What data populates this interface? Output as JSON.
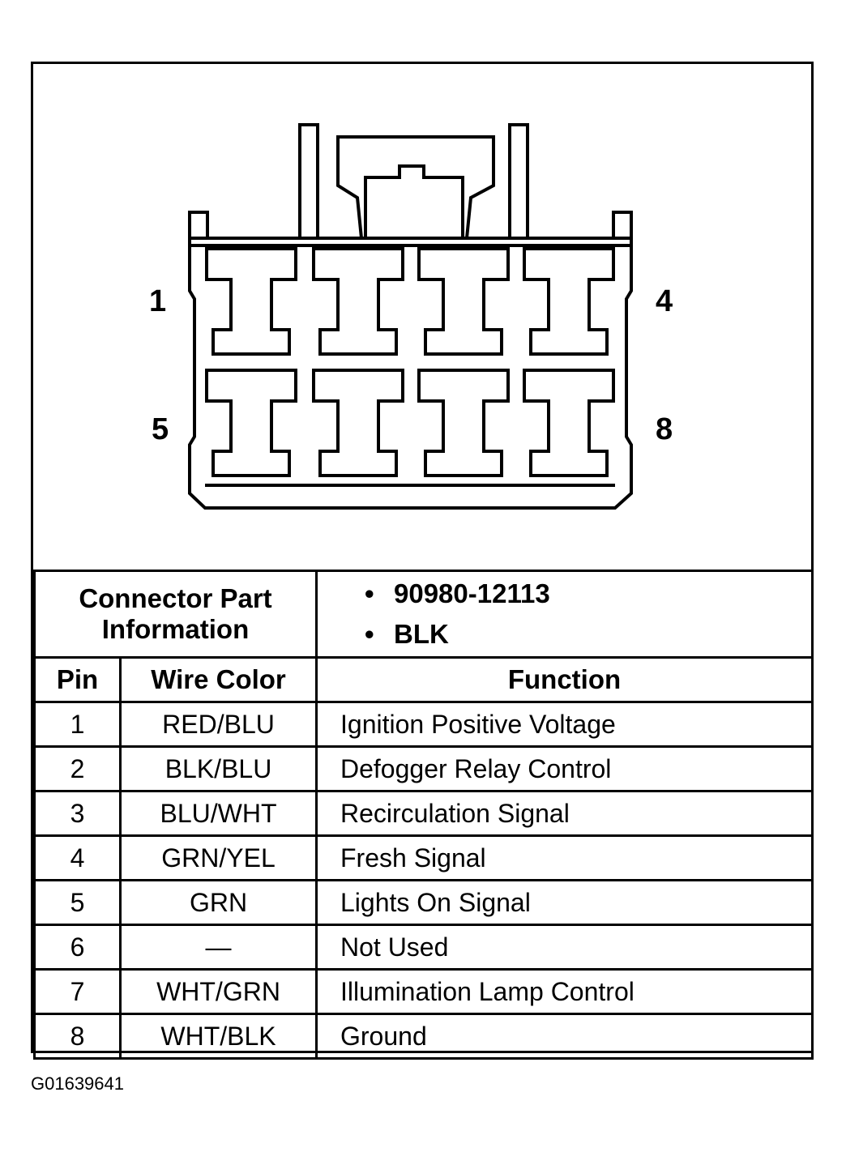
{
  "diagram": {
    "pin_labels": {
      "top_left": "1",
      "top_right": "4",
      "bottom_left": "5",
      "bottom_right": "8"
    }
  },
  "connector_info": {
    "label": "Connector Part Information",
    "part_number": "90980-12113",
    "color": "BLK",
    "bullet": "•"
  },
  "table": {
    "headers": {
      "pin": "Pin",
      "wire_color": "Wire Color",
      "function": "Function"
    },
    "rows": [
      {
        "pin": "1",
        "wire": "RED/BLU",
        "function": "Ignition Positive Voltage"
      },
      {
        "pin": "2",
        "wire": "BLK/BLU",
        "function": "Defogger Relay Control"
      },
      {
        "pin": "3",
        "wire": "BLU/WHT",
        "function": "Recirculation Signal"
      },
      {
        "pin": "4",
        "wire": "GRN/YEL",
        "function": "Fresh Signal"
      },
      {
        "pin": "5",
        "wire": "GRN",
        "function": "Lights On Signal"
      },
      {
        "pin": "6",
        "wire": "—",
        "function": "Not Used"
      },
      {
        "pin": "7",
        "wire": "WHT/GRN",
        "function": "Illumination Lamp Control"
      },
      {
        "pin": "8",
        "wire": "WHT/BLK",
        "function": "Ground"
      }
    ]
  },
  "caption": "G01639641"
}
